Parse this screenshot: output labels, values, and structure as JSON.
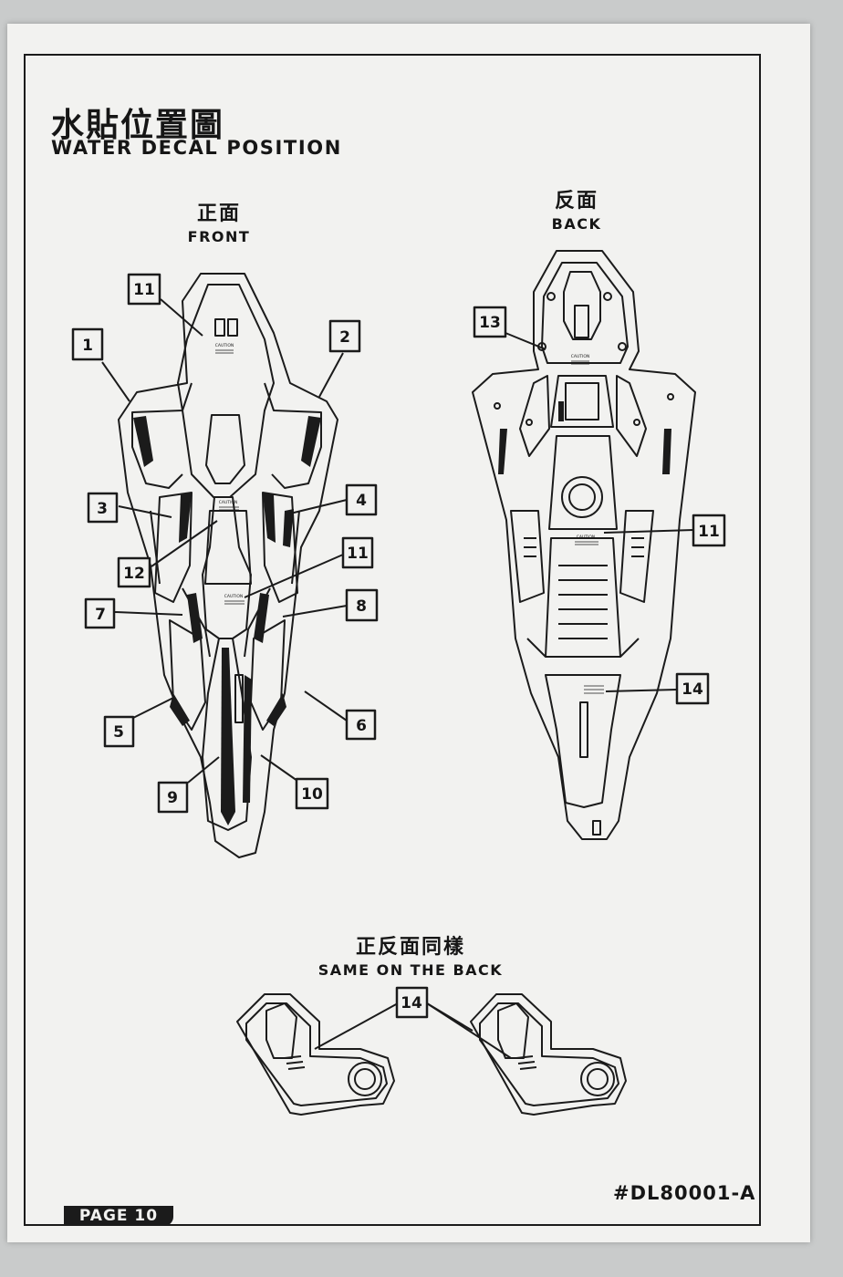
{
  "header": {
    "title_cn": "水貼位置圖",
    "title_en": "WATER DECAL POSITION"
  },
  "front": {
    "label_cn": "正面",
    "label_en": "FRONT"
  },
  "back": {
    "label_cn": "反面",
    "label_en": "BACK"
  },
  "same": {
    "label_cn": "正反面同樣",
    "label_en": "SAME ON THE BACK"
  },
  "callouts": {
    "front": [
      "11",
      "1",
      "2",
      "3",
      "4",
      "12",
      "11",
      "7",
      "8",
      "5",
      "6",
      "9",
      "10"
    ],
    "back": [
      "13",
      "11",
      "14"
    ],
    "same": [
      "14"
    ]
  },
  "caution_text": "CAUTION",
  "footer": {
    "page": "PAGE 10",
    "code": "#DL80001-A"
  }
}
